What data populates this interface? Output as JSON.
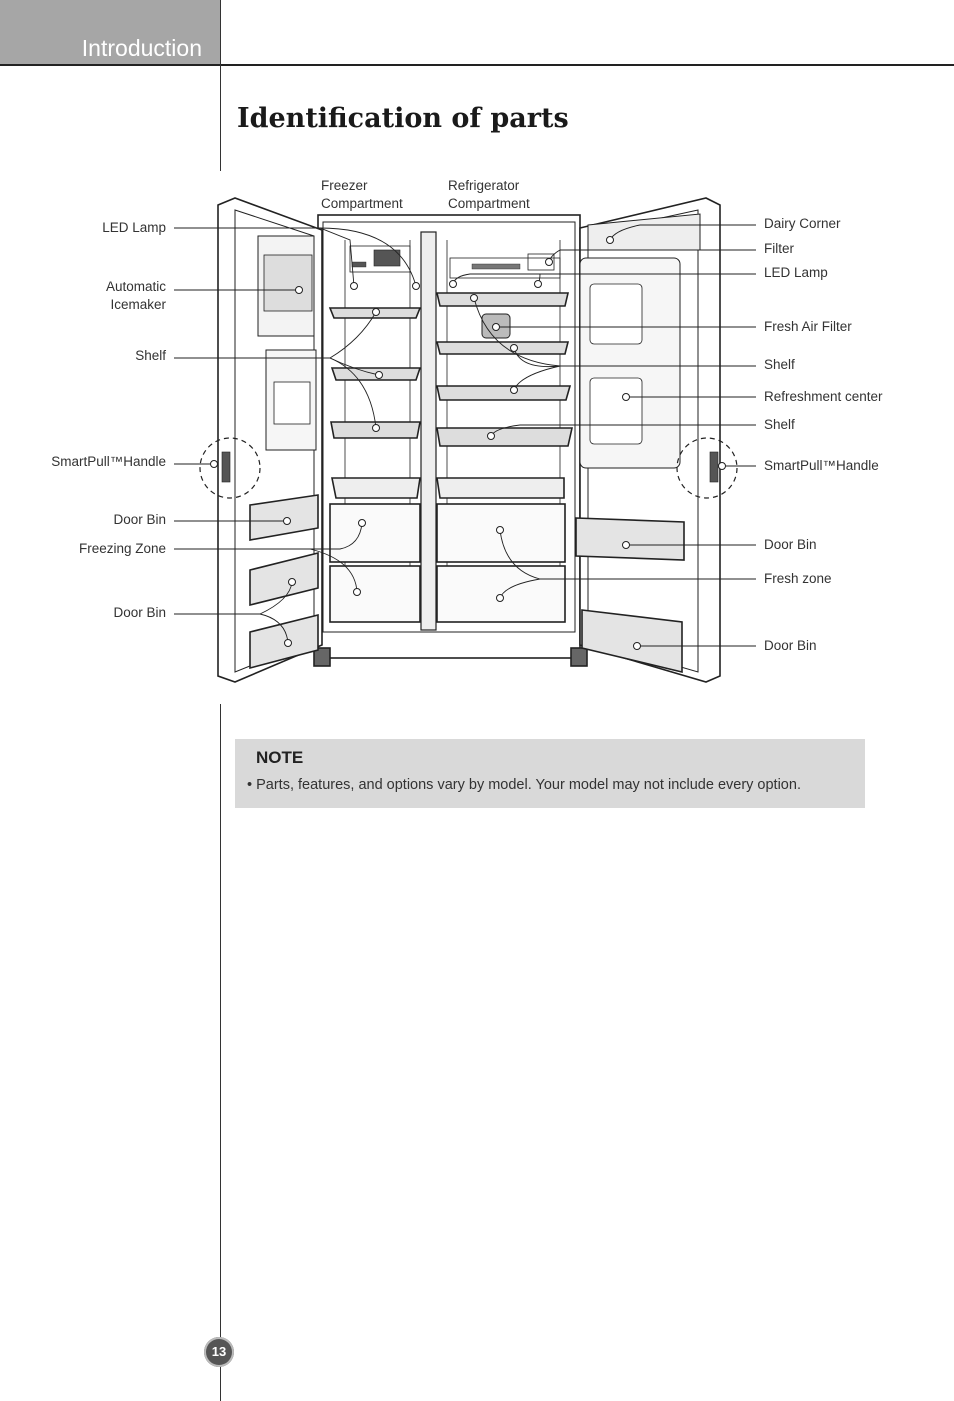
{
  "header": {
    "section": "Introduction"
  },
  "page": {
    "title": "Identification of parts",
    "number": "13"
  },
  "diagram": {
    "top_labels": {
      "freezer": "Freezer\nCompartment",
      "refrigerator": "Refrigerator\nCompartment"
    },
    "left_labels": {
      "led_lamp": "LED Lamp",
      "icemaker": "Automatic\nIcemaker",
      "shelf": "Shelf",
      "smartpull": "SmartPull™Handle",
      "door_bin_1": "Door Bin",
      "freezing_zone": "Freezing Zone",
      "door_bin_2": "Door Bin"
    },
    "right_labels": {
      "dairy_corner": "Dairy Corner",
      "filter": "Filter",
      "led_lamp": "LED Lamp",
      "fresh_air_filter": "Fresh Air Filter",
      "shelf_1": "Shelf",
      "refreshment_center": "Refreshment center",
      "shelf_2": "Shelf",
      "smartpull": "SmartPull™Handle",
      "door_bin_1": "Door Bin",
      "fresh_zone": "Fresh zone",
      "door_bin_2": "Door Bin"
    }
  },
  "note": {
    "title": "NOTE",
    "text": "• Parts, features, and options vary by model. Your model may not include every option."
  }
}
